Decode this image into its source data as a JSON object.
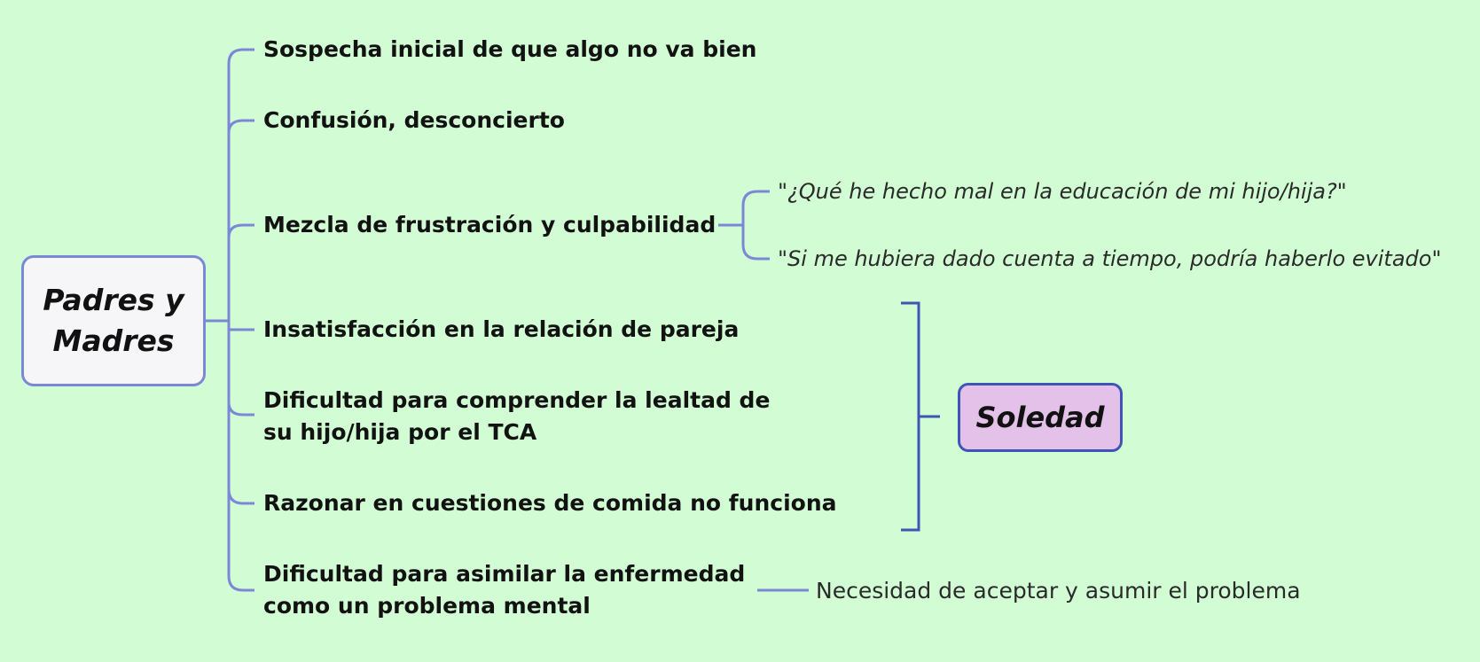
{
  "root": {
    "label": "Padres y Madres"
  },
  "branches": [
    {
      "label": "Sospecha inicial de que algo no va bien"
    },
    {
      "label": "Confusión, desconcierto"
    },
    {
      "label": "Mezcla de frustración y culpabilidad"
    },
    {
      "label": "Insatisfacción en la relación de pareja"
    },
    {
      "label": "Dificultad para comprender la lealtad de",
      "label2": "su hijo/hija por el TCA"
    },
    {
      "label": "Razonar en cuestiones de comida no funciona"
    },
    {
      "label": "Dificultad para asimilar la enfermedad",
      "label2": "como un problema mental"
    }
  ],
  "quotes": [
    {
      "label": "\"¿Qué he hecho mal en la educación de mi hijo/hija?\""
    },
    {
      "label": "\"Si me hubiera dado cuenta a tiempo, podría haberlo evitado\""
    }
  ],
  "summary": {
    "label": "Soledad"
  },
  "note": {
    "label": "Necesidad de aceptar y asumir el problema"
  },
  "colors": {
    "background": "#d2fdd4",
    "connector": "#7b88d6",
    "bracket": "#3f55b5",
    "root_fill": "#f6f6f8",
    "summary_fill": "#e4c1e8"
  }
}
